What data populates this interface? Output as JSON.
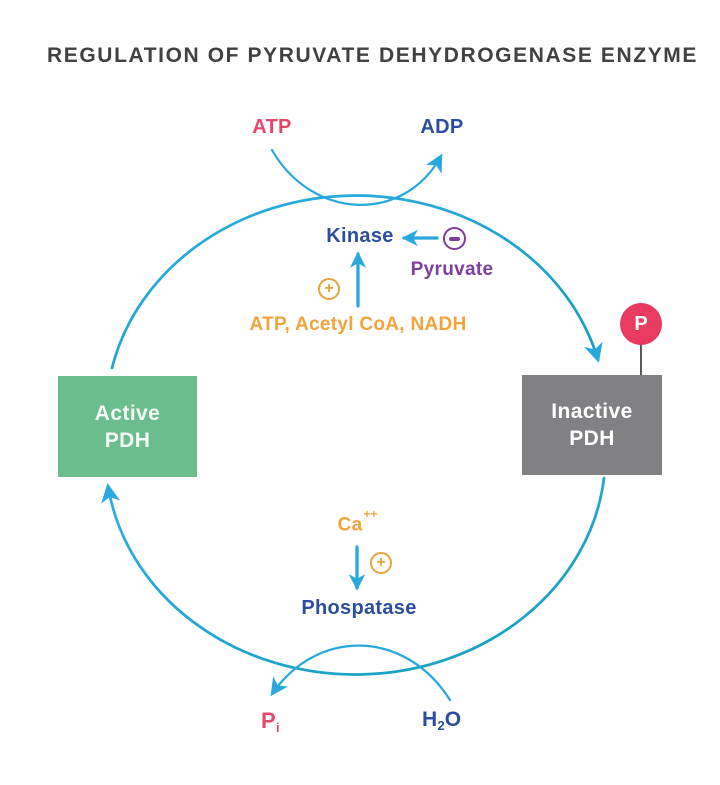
{
  "title": "REGULATION OF PYRUVATE DEHYDROGENASE ENZYME",
  "colors": {
    "title_text": "#414042",
    "cycle_arc_start": "#2FADE4",
    "cycle_arc_end": "#149FBC",
    "arrow_cyan": "#29A8DC",
    "active_box": "#6CBD8D",
    "inactive_box": "#818184",
    "phosphate_badge": "#E93A5F",
    "stick_gray": "#5A5A5C",
    "pink": "#E8476C",
    "dark_blue": "#2B4E9E",
    "purple": "#7C3F9C",
    "orange": "#F2A33C"
  },
  "cycle": {
    "atp_label": "ATP",
    "adp_label": "ADP",
    "kinase_label": "Kinase",
    "pyruvate_label": "Pyruvate",
    "kinase_activators_label": "ATP, Acetyl CoA, NADH",
    "calcium": {
      "base": "Ca",
      "sup": "++"
    },
    "phosphatase_label": "Phospatase",
    "pi": {
      "base": "P",
      "sub": "i"
    },
    "h2o": {
      "h": "H",
      "two": "2",
      "o": "O"
    }
  },
  "nodes": {
    "active_pdh": {
      "line1": "Active",
      "line2": "PDH"
    },
    "inactive_pdh": {
      "line1": "Inactive",
      "line2": "PDH"
    },
    "phosphate_badge_label": "P"
  },
  "signs": {
    "plus": "+",
    "minus": "−"
  }
}
